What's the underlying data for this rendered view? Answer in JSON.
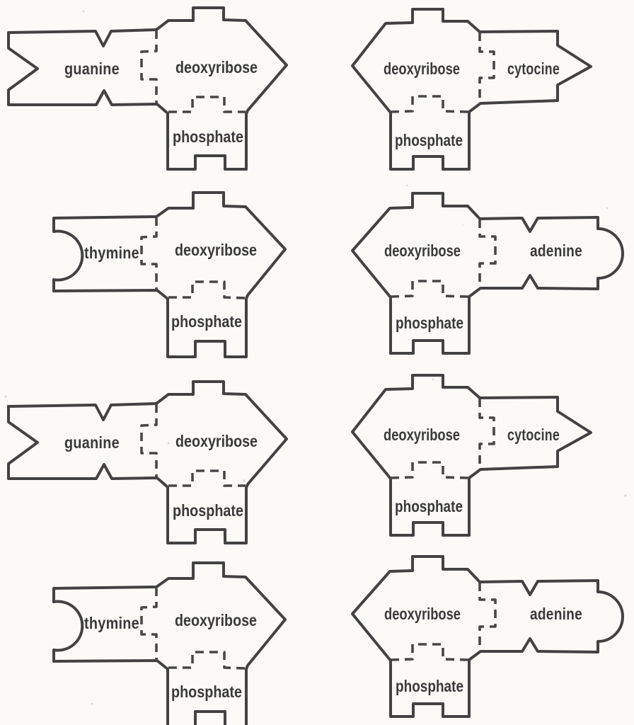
{
  "page": {
    "description": "Scanned cut-out puzzle diagram of DNA nucleotide pieces",
    "paper_color": "#fbfaf7",
    "ink_color": "#424242",
    "text_color": "#3a3a3a"
  },
  "units": [
    {
      "id": 1,
      "position": "row-1-left",
      "base": "guanine",
      "sugar": "deoxyribose",
      "phosphate": "phosphate"
    },
    {
      "id": 2,
      "position": "row-1-right",
      "base": "cytocine",
      "sugar": "deoxyribose",
      "phosphate": "phosphate"
    },
    {
      "id": 3,
      "position": "row-2-left",
      "base": "thymine",
      "sugar": "deoxyribose",
      "phosphate": "phosphate"
    },
    {
      "id": 4,
      "position": "row-2-right",
      "base": "adenine",
      "sugar": "deoxyribose",
      "phosphate": "phosphate"
    },
    {
      "id": 5,
      "position": "row-3-left",
      "base": "guanine",
      "sugar": "deoxyribose",
      "phosphate": "phosphate"
    },
    {
      "id": 6,
      "position": "row-3-right",
      "base": "cytocine",
      "sugar": "deoxyribose",
      "phosphate": "phosphate"
    },
    {
      "id": 7,
      "position": "row-4-left",
      "base": "thymine",
      "sugar": "deoxyribose",
      "phosphate": "phosphate"
    },
    {
      "id": 8,
      "position": "row-4-right",
      "base": "adenine",
      "sugar": "deoxyribose",
      "phosphate": "phosphate"
    }
  ]
}
